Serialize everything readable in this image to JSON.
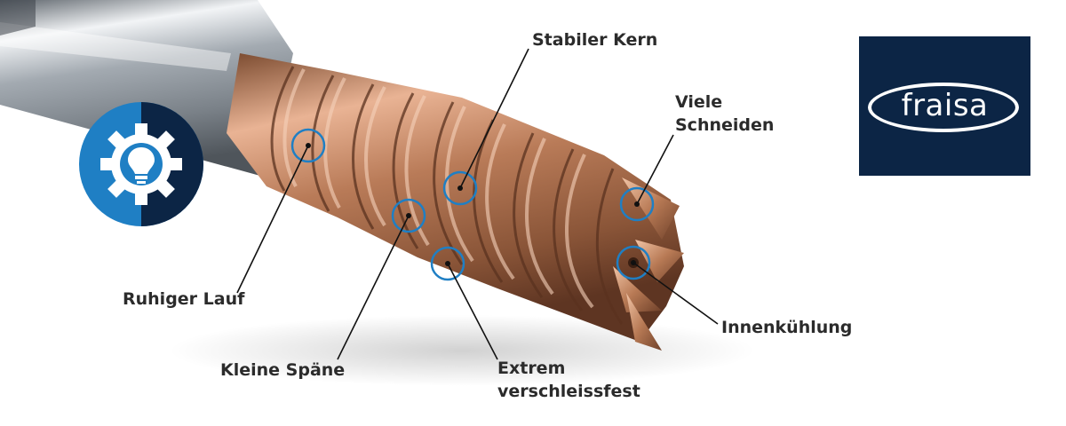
{
  "labels": {
    "stabiler_kern": "Stabiler Kern",
    "viele_schneiden_1": "Viele",
    "viele_schneiden_2": "Schneiden",
    "ruhiger_lauf": "Ruhiger Lauf",
    "innenkuehlung": "Innenkühlung",
    "kleine_spaene": "Kleine Späne",
    "extrem_1": "Extrem",
    "extrem_2": "verschleissfest"
  },
  "logo": {
    "text": "fraisa"
  },
  "icons": {
    "innovation": "gear-lightbulb-icon"
  },
  "colors": {
    "brand_navy": "#0c2545",
    "accent_blue": "#1f7fc4",
    "coating_copper": "#b67a56",
    "shank_steel": "#9aa1a8"
  }
}
